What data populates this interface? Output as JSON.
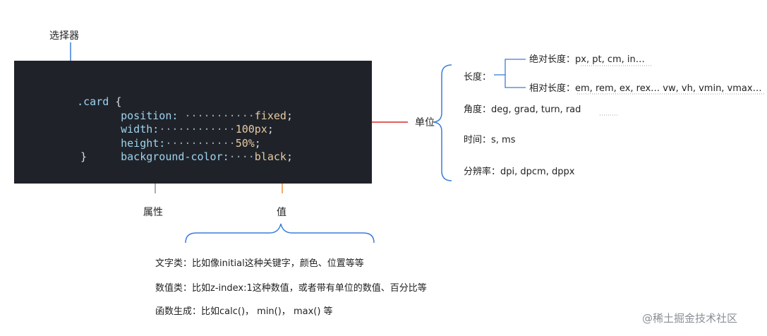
{
  "labels": {
    "selector": "选择器",
    "property": "属性",
    "value": "值",
    "unit": "单位"
  },
  "code": {
    "selector": ".card",
    "open_brace": "{",
    "close_brace": "}",
    "lines": [
      {
        "prop": "position:",
        "dots": " ···········",
        "value": "fixed",
        "end": ";"
      },
      {
        "prop": "width:",
        "dots": "············",
        "value": "100px",
        "end": ";"
      },
      {
        "prop": "height:",
        "dots": "···········",
        "value": "50%",
        "end": ";"
      },
      {
        "prop": "background-color:",
        "dots": "····",
        "value": "black",
        "end": ";"
      }
    ]
  },
  "units": {
    "length_label": "长度：",
    "absolute_label": "绝对长度：",
    "absolute_values": "px, pt, cm, in…",
    "relative_label": "相对长度：",
    "relative_values": "em, rem, ex, rex…  vw, vh, vmin, vmax…",
    "angle_label": "角度：",
    "angle_values": "deg, grad, turn, rad",
    "time_label": "时间：",
    "time_values": "s, ms",
    "resolution_label": "分辨率：",
    "resolution_values": "dpi, dpcm, dppx"
  },
  "value_types": [
    "文字类：比如像initial这种关键字，颜色、位置等等",
    "数值类：比如z-index:1这种数值，或者带有单位的数值、百分比等",
    "函数生成：比如calc()，  min()，  max() 等"
  ],
  "watermark": "@稀土掘金技术社区",
  "colors": {
    "blue": "#3b7dd8",
    "orange": "#e8923a",
    "red": "#d62b2b",
    "gray": "#8c949c",
    "code_bg": "#1f2329"
  }
}
